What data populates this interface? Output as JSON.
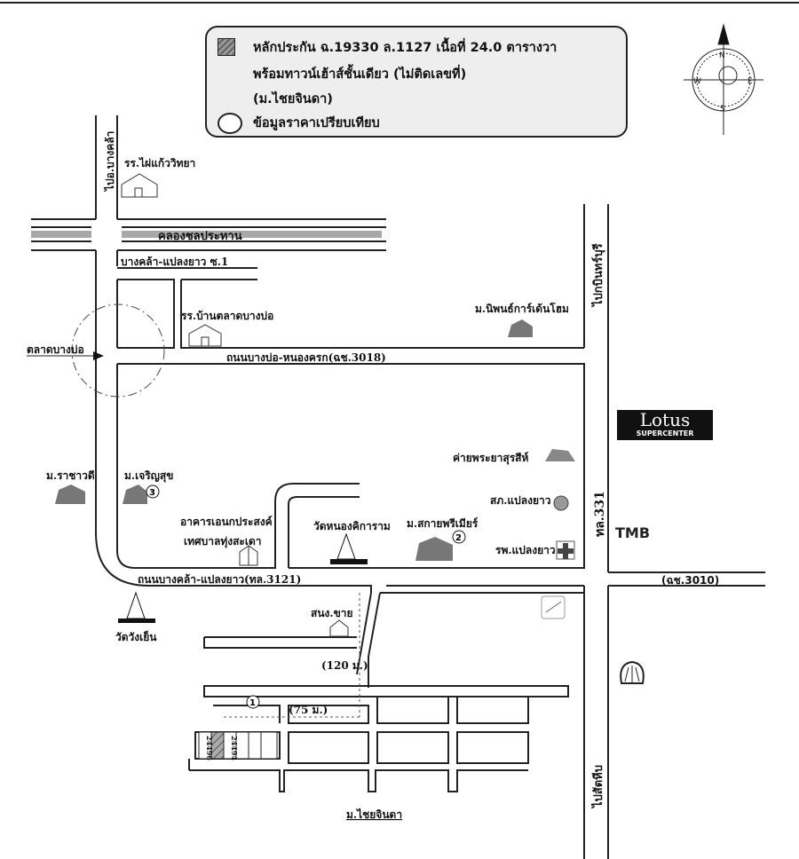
{
  "legend": {
    "collateral_line1": "หลักประกัน ฉ.19330 ล.1127 เนื้อที่ 24.0 ตารางวา",
    "collateral_line2": "พร้อมทาวน์เฮ้าส์ชั้นเดียว (ไม่ติดเลขที่)",
    "collateral_line3": "(ม.ไชยจินดา)",
    "comparison": "ข้อมูลราคาเปรียบเทียบ"
  },
  "compass": {
    "n": "N",
    "s": "S",
    "e": "E",
    "w": "W"
  },
  "labels": {
    "to_bang_khla": "ไปอ.บางคล้า",
    "school_phai_kaeo": "รร.ไผ่แก้ววิทยา",
    "canal": "คลองชลประทาน",
    "soi1": "บางคล้า-แปลงยาว ซ.1",
    "school_talat": "รร.บ้านตลาดบางบ่อ",
    "market": "ตลาดบางบ่อ",
    "road_bangbo": "ถนนบางบ่อ-หนองครก(ฉช.3018)",
    "nipon": "ม.นิพนธ์การ์เด้นโฮม",
    "to_kabin": "ไปกบินทร์บุรี",
    "camp": "ค่ายพระยาสุรสีห์",
    "police": "สภ.แปลงยาว",
    "rachadee": "ม.ราชาวดี",
    "charoensuk": "ม.เจริญสุข",
    "multipurpose1": "อาคารเอนกประสงค์",
    "multipurpose2": "เทศบาลทุ่งสะเดา",
    "temple_nong": "วัดหนองคิการาม",
    "sakai": "ม.สกายพรีเมียร์",
    "hospital": "รพ.แปลงยาว",
    "hwy331": "ทล.331",
    "road_3121": "ถนนบางคล้า-แปลงยาว(ทล.3121)",
    "road_3010": "(ฉช.3010)",
    "temple_wang": "วัดวังเย็น",
    "sales_office": "สนง.ขาย",
    "dist120": "(120 ม.)",
    "dist75": "(75 ม.)",
    "plot_a": "24496",
    "plot_b": "24494",
    "to_sattahip": "ไปสัตหีบ",
    "chaijinda": "ม.ไชยจินดา",
    "num1": "1",
    "num2": "2",
    "num3": "3"
  },
  "brands": {
    "lotus": "Lotus",
    "lotus_sub": "SUPERCENTER",
    "tmb": "TMB"
  },
  "colors": {
    "road": "#222222",
    "canal": "#a8a8a8",
    "hatch": "#888888",
    "legend_bg": "#eeeeee"
  }
}
